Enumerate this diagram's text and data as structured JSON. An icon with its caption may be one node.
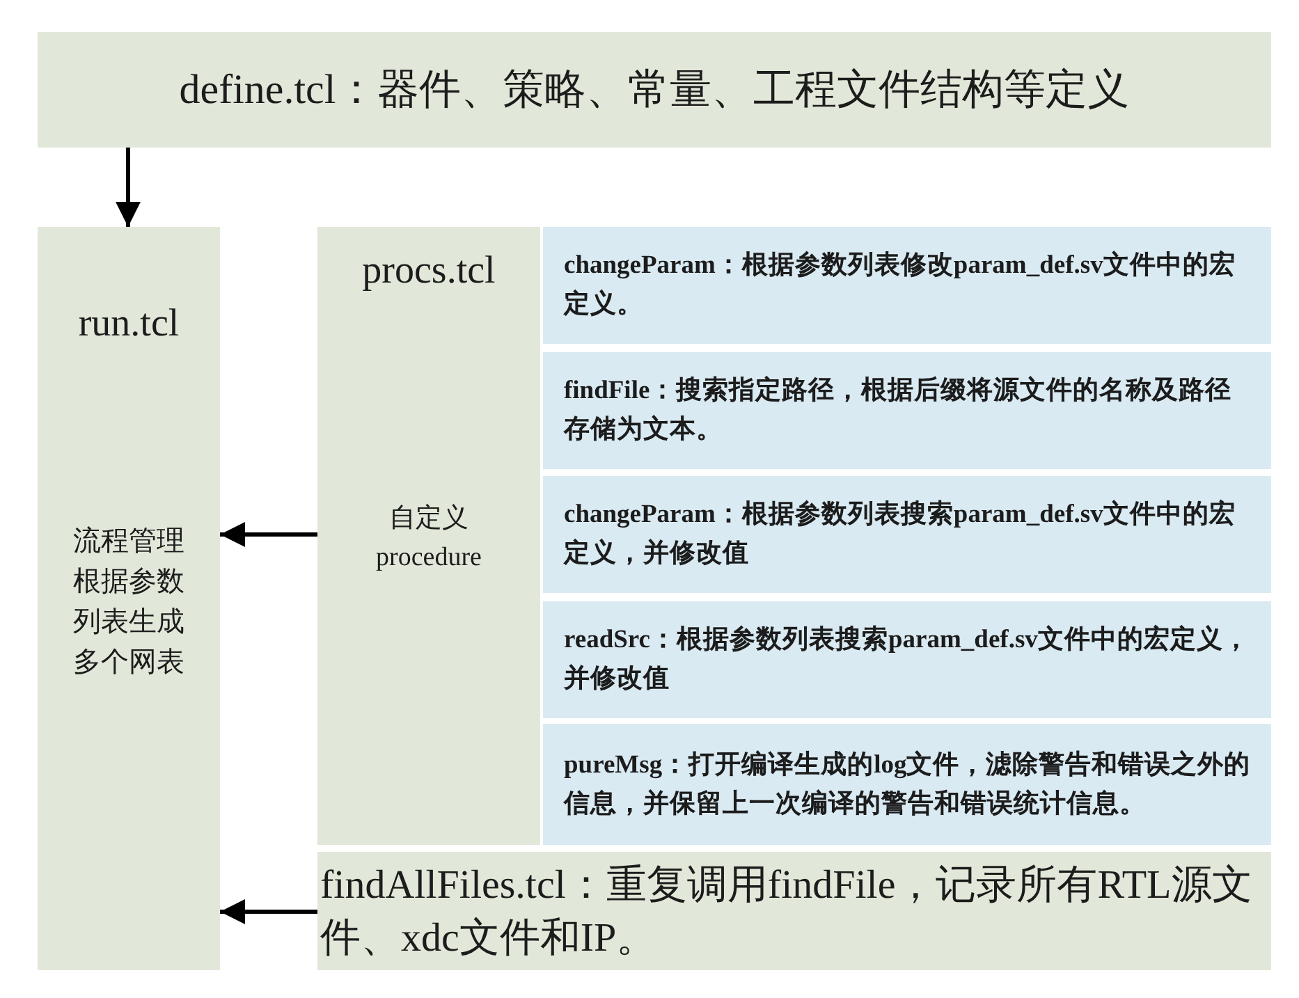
{
  "diagram": {
    "nodes": [
      {
        "text": [
          "define.tcl：器件、策略、常量、工程文件结构等定义"
        ]
      },
      {
        "text": [
          "run.tcl",
          "流程管理根据参数列表生成多个网表"
        ]
      },
      {
        "text": [
          "procs.tcl",
          "自定义 procedure"
        ]
      },
      {
        "text": [
          "changeParam：根据参数列表修改param_def.sv文件中的宏定义。"
        ]
      },
      {
        "text": [
          "findFile：搜索指定路径，根据后缀将源文件的名称及路径存储为文本。"
        ]
      },
      {
        "text": [
          "changeParam：根据参数列表搜索param_def.sv文件中的宏定义，并修改值"
        ]
      },
      {
        "text": [
          "readSrc：根据参数列表搜索param_def.sv文件中的宏定义，并修改值"
        ]
      },
      {
        "text": [
          "pureMsg：打开编译生成的log文件，滤除警告和错误之外的信息，并保留上一次编译的警告和错误统计信息。"
        ]
      },
      {
        "text": [
          "findAllFiles.tcl：重复调用findFile，记录所有RTL源文件、xdc文件和IP。"
        ]
      }
    ],
    "edges": [
      {
        "from": 0,
        "to": 1,
        "arrow": "to"
      },
      {
        "from": 2,
        "to": 1,
        "arrow": "to"
      },
      {
        "from": 8,
        "to": 1,
        "arrow": "to"
      }
    ]
  }
}
